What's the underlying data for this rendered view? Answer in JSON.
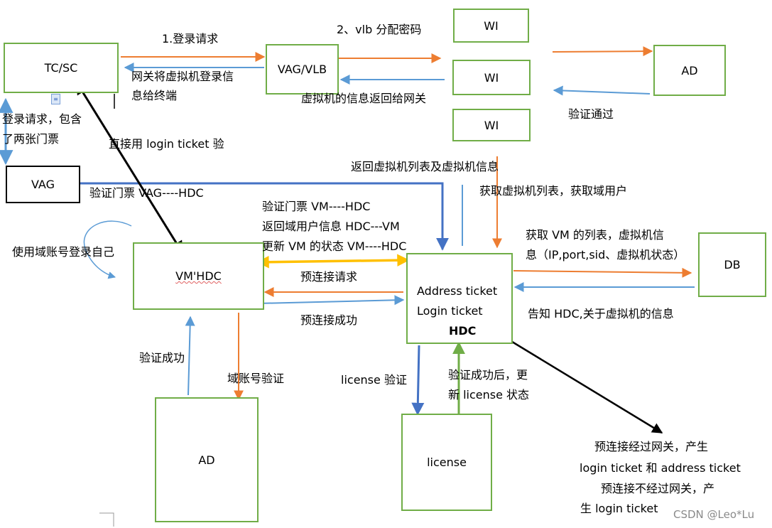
{
  "nodes": {
    "tc_sc": "TC/SC",
    "vag_vlb": "VAG/VLB",
    "wi1": "WI",
    "wi2": "WI",
    "wi3": "WI",
    "ad_top": "AD",
    "vag": "VAG",
    "vm_hdc": "VM'HDC",
    "hdc_line1": "Address ticket",
    "hdc_line2": "Login ticket",
    "hdc_line3": "HDC",
    "db": "DB",
    "ad_bottom": "AD",
    "license": "license"
  },
  "labels": {
    "login_request": "1.登录请求",
    "vlb_assign": "2、vlb 分配密码",
    "gateway_return_1": "网关将虚拟机登录信",
    "gateway_return_2": "息给终端",
    "vm_info_return": "虚拟机的信息返回给网关",
    "verify_pass": "验证通过",
    "login_two_tickets_1": "登录请求，包含",
    "login_two_tickets_2": "了两张门票",
    "direct_login_ticket": "直接用 login ticket 验",
    "return_vm_list": "返回虚拟机列表及虚拟机信息",
    "get_vm_list_user": "获取虚拟机列表，获取域用户",
    "verify_ticket_vag": "验证门票  VAG----HDC",
    "verify_ticket_vm": "验证门票  VM----HDC",
    "return_domain_user": "返回域用户信息  HDC---VM",
    "update_vm_state": "更新 VM 的状态  VM----HDC",
    "domain_account_login": "使用域账号登录自己",
    "get_vm_list_db_1": "获取 VM 的列表，虚拟机信",
    "get_vm_list_db_2": "息（IP,port,sid、虚拟机状态）",
    "pre_connect_request": "预连接请求",
    "pre_connect_success": "预连接成功",
    "tell_hdc": "告知 HDC,关于虚拟机的信息",
    "verify_success": "验证成功",
    "domain_account_verify": "域账号验证",
    "license_verify": "license 验证",
    "after_verify_1": "验证成功后，更",
    "after_verify_2": "新 license 状态",
    "note_1": "预连接经过网关，产生",
    "note_2": "login ticket 和 address ticket",
    "note_3": "预连接不经过网关，产",
    "note_4": "生 login ticket"
  },
  "watermark": "CSDN @Leo*Lu",
  "colors": {
    "box_border": "#70ad47",
    "orange": "#ed7d31",
    "blue": "#5b9bd5",
    "dark_blue": "#4472c4",
    "green": "#70ad47",
    "yellow": "#ffc000",
    "black": "#000000"
  }
}
